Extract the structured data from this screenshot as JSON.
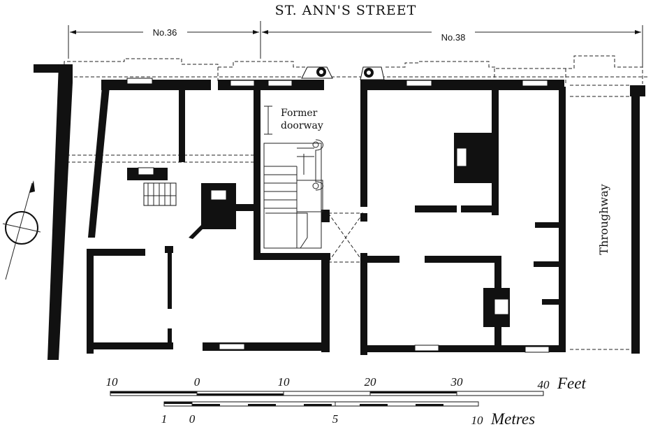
{
  "street_name": "ST. ANN'S STREET",
  "houses": {
    "left_label": "No.36",
    "right_label": "No.38"
  },
  "annotations": {
    "former_doorway_line1": "Former",
    "former_doorway_line2": "doorway",
    "throughway": "Throughway"
  },
  "scale_feet": {
    "ticks": [
      "10",
      "0",
      "10",
      "20",
      "30",
      "40"
    ],
    "unit": "Feet"
  },
  "scale_metres": {
    "ticks": [
      "1",
      "0",
      "5",
      "10"
    ],
    "unit": "Metres"
  }
}
